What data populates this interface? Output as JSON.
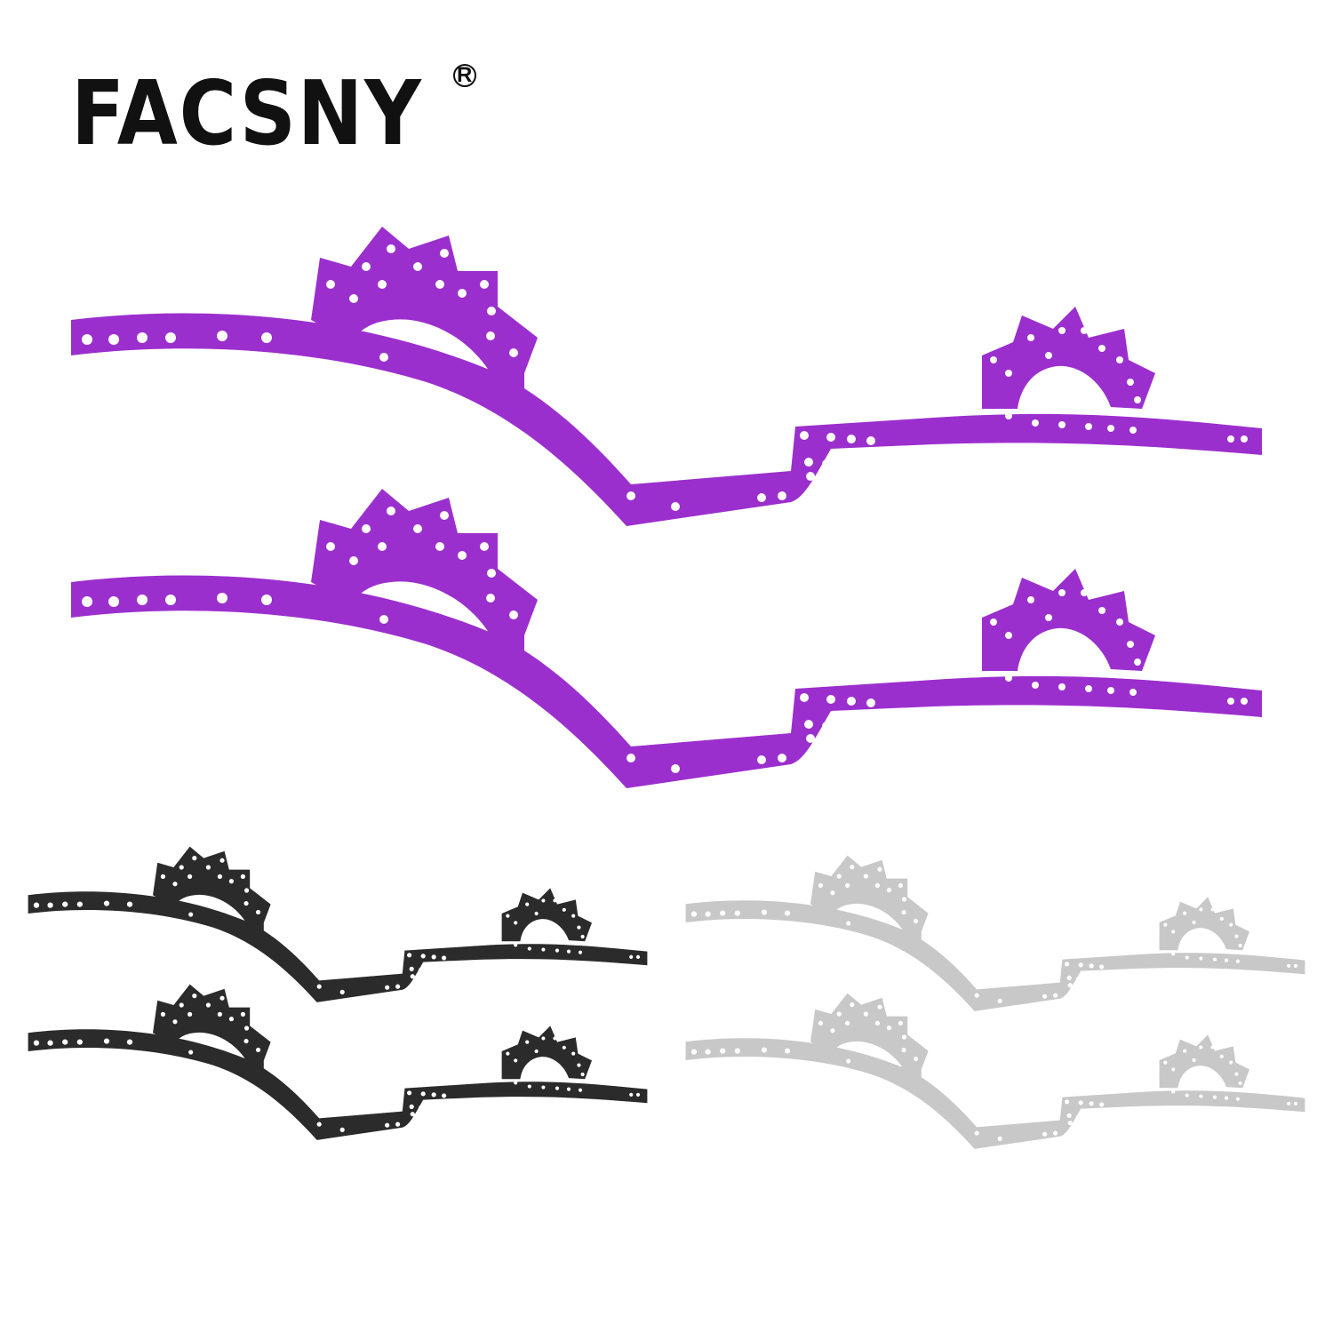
{
  "brand": {
    "name": "FACSNY",
    "registered_mark": "R"
  },
  "product": {
    "variants": [
      {
        "color_name": "purple",
        "fill": "#9b2fce"
      },
      {
        "color_name": "black",
        "fill": "#2b2b2b"
      },
      {
        "color_name": "silver",
        "fill": "#c8c8c8"
      }
    ]
  }
}
